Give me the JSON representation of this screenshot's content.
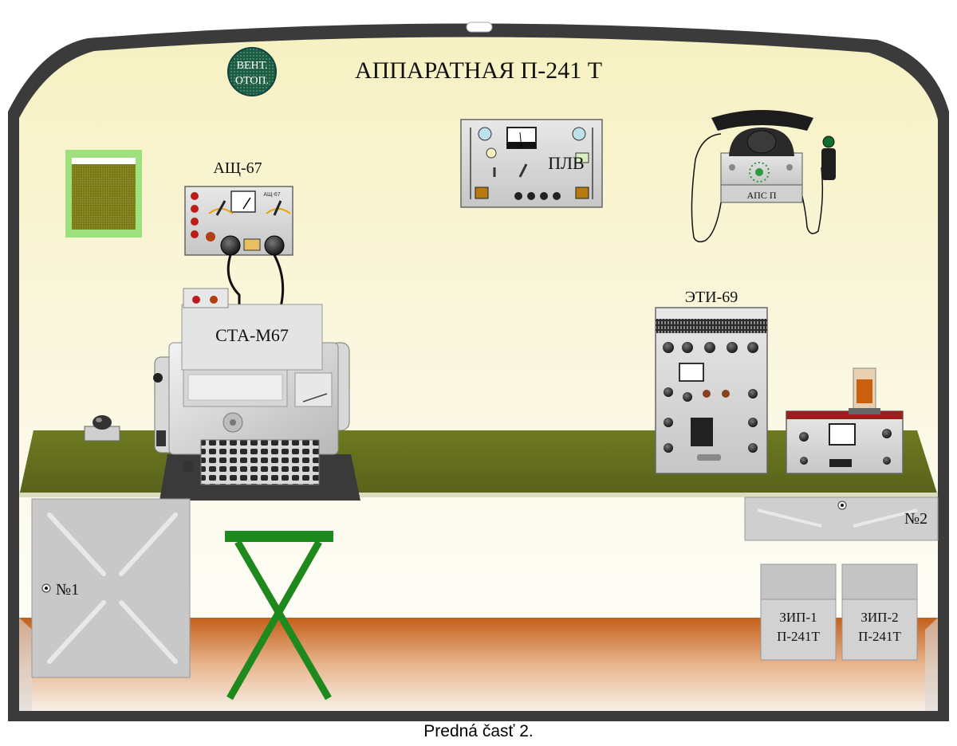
{
  "title": "АППАРАТНАЯ  П-241 Т",
  "vent_button": {
    "line1": "ВЕНТ.",
    "line2": "ОТОП."
  },
  "devices": {
    "ash67": {
      "label": "АЩ-67",
      "plate": "АЩ-67"
    },
    "plv": {
      "label": "ПЛВ"
    },
    "apsp": {
      "label": "АПС П"
    },
    "eti69": {
      "label": "ЭТИ-69"
    },
    "sta": {
      "label": "СТА-М67"
    }
  },
  "cabinets": {
    "no1": {
      "label": "№1"
    },
    "no2": {
      "label": "№2"
    }
  },
  "spare_boxes": [
    {
      "line1": "ЗИП-1",
      "line2": "П-241Т"
    },
    {
      "line1": "ЗИП-2",
      "line2": "П-241Т"
    }
  ],
  "caption": "Predná časť 2.",
  "colors": {
    "wall_top": "#f8f4c6",
    "wall_bottom": "#ffffff",
    "table_top": "#6b7520",
    "floor": "#c8661e",
    "frame": "#3a3a3a",
    "stool": "#1e8a1e",
    "vent_button": "#0f5f5f"
  }
}
